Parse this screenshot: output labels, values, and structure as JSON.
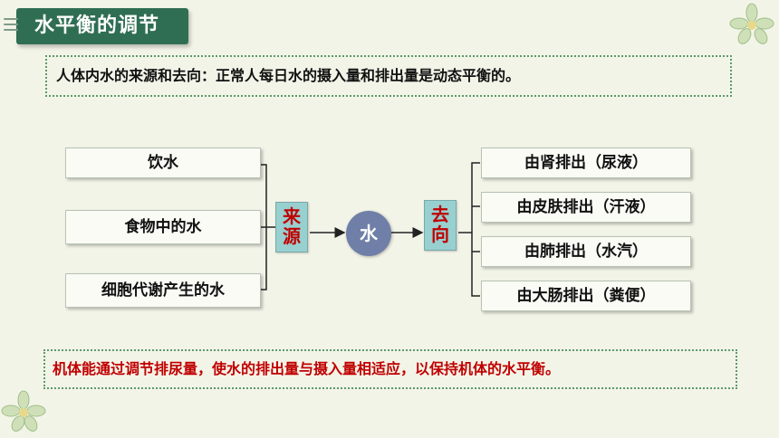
{
  "slide": {
    "title": "水平衡的调节",
    "intro": "人体内水的来源和去向：正常人每日水的摄入量和排出量是动态平衡的。",
    "summary": "机体能通过调节排尿量，使水的排出量与摄入量相适应，以保持机体的水平衡。"
  },
  "diagram": {
    "sources": [
      "饮水",
      "食物中的水",
      "细胞代谢产生的水"
    ],
    "source_label": [
      "来",
      "源"
    ],
    "center": "水",
    "dest_label": [
      "去",
      "向"
    ],
    "outputs": [
      "由肾排出（尿液）",
      "由皮肤排出（汗液）",
      "由肺排出（水汽）",
      "由大肠排出（粪便）"
    ]
  },
  "colors": {
    "title_bg": "#2f6e52",
    "label_bg": "#98cfcf",
    "label_text": "#c00000",
    "circle": "#6f7fa8",
    "summary_text": "#c00000"
  }
}
